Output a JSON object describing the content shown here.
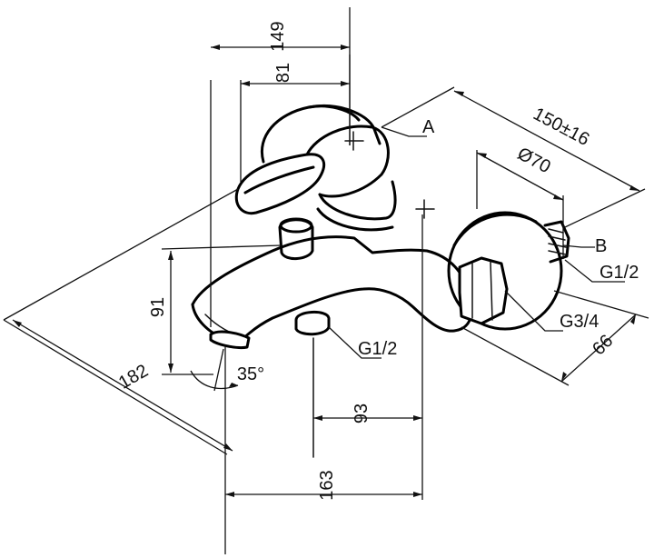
{
  "dimensions": {
    "width_149": "149",
    "width_81": "81",
    "depth_150": "150±16",
    "dia_70": "Ø70",
    "height_91": "91",
    "length_182": "182",
    "angle_35": "35°",
    "offset_93": "93",
    "length_163": "163",
    "depth_66": "66"
  },
  "callouts": {
    "point_a": "A",
    "point_b": "B",
    "thread_g12_right": "G1/2",
    "thread_g34": "G3/4",
    "thread_g12_bottom": "G1/2"
  },
  "colors": {
    "line": "#111111",
    "background": "#ffffff"
  }
}
